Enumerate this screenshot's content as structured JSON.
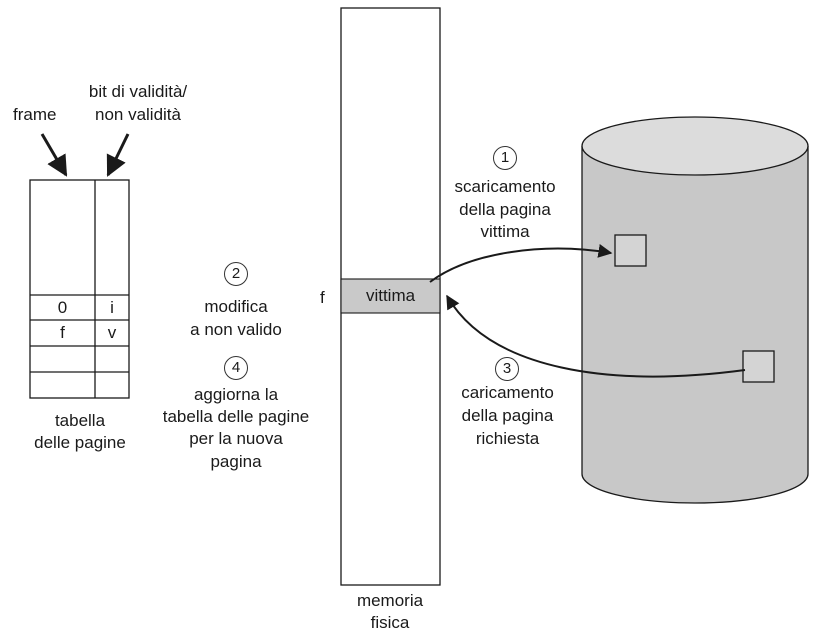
{
  "page_table": {
    "frame_label": "frame",
    "valid_bit_label_line1": "bit di validità/",
    "valid_bit_label_line2": "non validità",
    "rows": [
      {
        "frame": "0",
        "bit": "i"
      },
      {
        "frame": "f",
        "bit": "v"
      }
    ],
    "caption_line1": "tabella",
    "caption_line2": "delle pagine"
  },
  "steps": [
    {
      "number": "1",
      "lines": [
        "scaricamento",
        "della pagina",
        "vittima"
      ]
    },
    {
      "number": "2",
      "lines": [
        "modifica",
        "a non valido"
      ]
    },
    {
      "number": "3",
      "lines": [
        "caricamento",
        "della pagina",
        "richiesta"
      ]
    },
    {
      "number": "4",
      "lines": [
        "aggiorna la",
        "tabella delle pagine",
        "per la nuova",
        "pagina"
      ]
    }
  ],
  "memory": {
    "frame_marker": "f",
    "victim_label": "vittima",
    "caption_line1": "memoria",
    "caption_line2": "fisica"
  },
  "colors": {
    "victim_fill": "#c9c9c9",
    "disk_side": "#c8c8c8",
    "disk_top": "#dcdcdc",
    "page_box": "#d4d4d4",
    "stroke": "#1a1a1a"
  }
}
